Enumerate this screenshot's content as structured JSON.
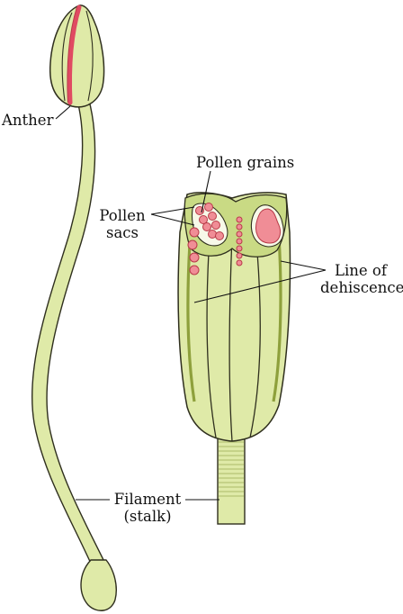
{
  "labels": {
    "anther": "Anther",
    "pollen_grains": "Pollen grains",
    "pollen_sacs_line1": "Pollen",
    "pollen_sacs_line2": "sacs",
    "line_of_dehiscence_line1": "Line of",
    "line_of_dehiscence_line2": "dehiscence",
    "filament_line1": "Filament",
    "filament_line2": "(stalk)"
  },
  "colors": {
    "tissue": "#dfeaa8",
    "tissue_dark": "#c9da84",
    "outline": "#2f2f1e",
    "pollen": "#f08d96",
    "pollen_dark": "#b83a48",
    "suture": "#e04a62"
  }
}
